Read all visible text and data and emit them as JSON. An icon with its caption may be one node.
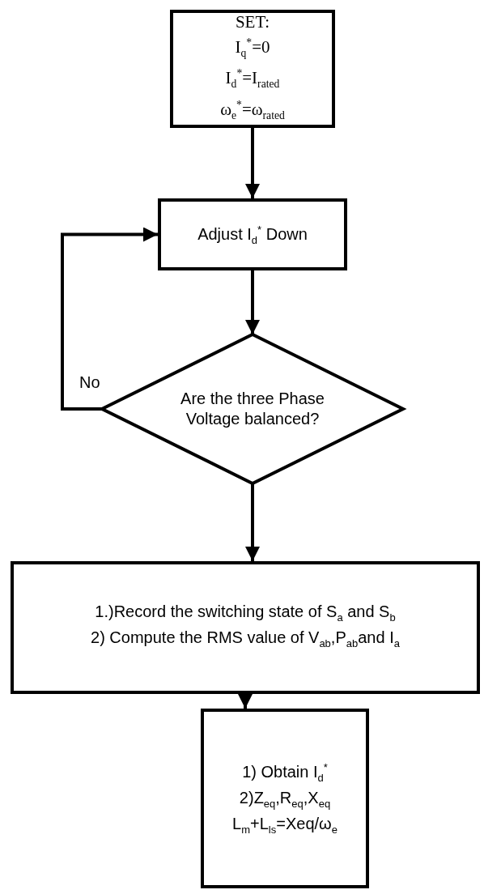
{
  "diagram": {
    "nodes": [
      {
        "text": [
          "SET:",
          "I$_{q}$$^{*}$=0",
          "I$_{d}$$^{*}$=I$_{rated}$",
          "ω$_{e}$$^{*}$=ω$_{rated}$"
        ]
      },
      {
        "text": [
          "Adjust I$_{d}$$^{*}$ Down"
        ]
      },
      {
        "text": [
          "Are the three Phase Voltage balanced?"
        ]
      },
      {
        "text": [
          "1.)Record the switching state of S$_{a}$ and S$_{b}$",
          "2) Compute the RMS value of V$_{ab}$,P$_{ab}$and I$_{a}$"
        ]
      },
      {
        "text": [
          "1) Obtain I$_{d}$$^{*}$",
          "2)Z$_{eq}$,R$_{eq}$,X$_{eq}$",
          "L$_{m}$+L$_{ls}$=Xeq/ω$_{e}$"
        ]
      }
    ],
    "edges": [
      {
        "from": 0,
        "to": 1,
        "arrow": "to"
      },
      {
        "from": 1,
        "to": 2,
        "arrow": "to"
      },
      {
        "from": 2,
        "to": 1,
        "arrow": "to",
        "label": "No"
      },
      {
        "from": 2,
        "to": 3,
        "arrow": "to"
      },
      {
        "from": 3,
        "to": 4,
        "arrow": "to"
      }
    ]
  }
}
